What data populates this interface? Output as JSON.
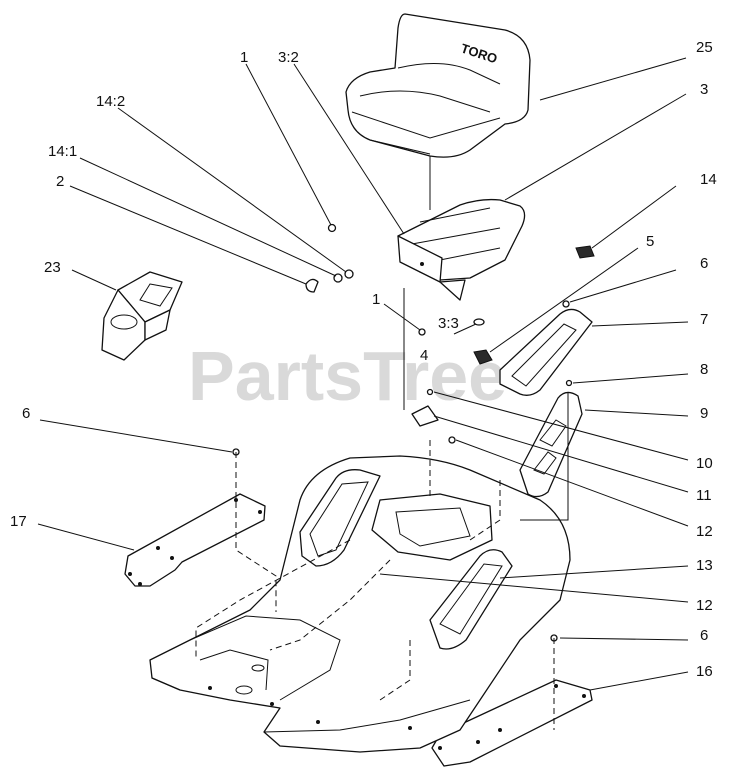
{
  "watermark": "PartsTree",
  "watermark_tm": "TM",
  "seat_brand": "TORO",
  "callouts": [
    {
      "id": "c-25",
      "text": "25"
    },
    {
      "id": "c-3",
      "text": "3"
    },
    {
      "id": "c-14",
      "text": "14"
    },
    {
      "id": "c-5",
      "text": "5"
    },
    {
      "id": "c-6a",
      "text": "6"
    },
    {
      "id": "c-7",
      "text": "7"
    },
    {
      "id": "c-8",
      "text": "8"
    },
    {
      "id": "c-9",
      "text": "9"
    },
    {
      "id": "c-10",
      "text": "10"
    },
    {
      "id": "c-11",
      "text": "11"
    },
    {
      "id": "c-12a",
      "text": "12"
    },
    {
      "id": "c-13",
      "text": "13"
    },
    {
      "id": "c-12b",
      "text": "12"
    },
    {
      "id": "c-6b",
      "text": "6"
    },
    {
      "id": "c-16",
      "text": "16"
    },
    {
      "id": "c-1a",
      "text": "1"
    },
    {
      "id": "c-32",
      "text": "3:2"
    },
    {
      "id": "c-142",
      "text": "14:2"
    },
    {
      "id": "c-141",
      "text": "14:1"
    },
    {
      "id": "c-2",
      "text": "2"
    },
    {
      "id": "c-23",
      "text": "23"
    },
    {
      "id": "c-1b",
      "text": "1"
    },
    {
      "id": "c-33",
      "text": "3:3"
    },
    {
      "id": "c-4",
      "text": "4"
    },
    {
      "id": "c-6c",
      "text": "6"
    },
    {
      "id": "c-17",
      "text": "17"
    }
  ]
}
